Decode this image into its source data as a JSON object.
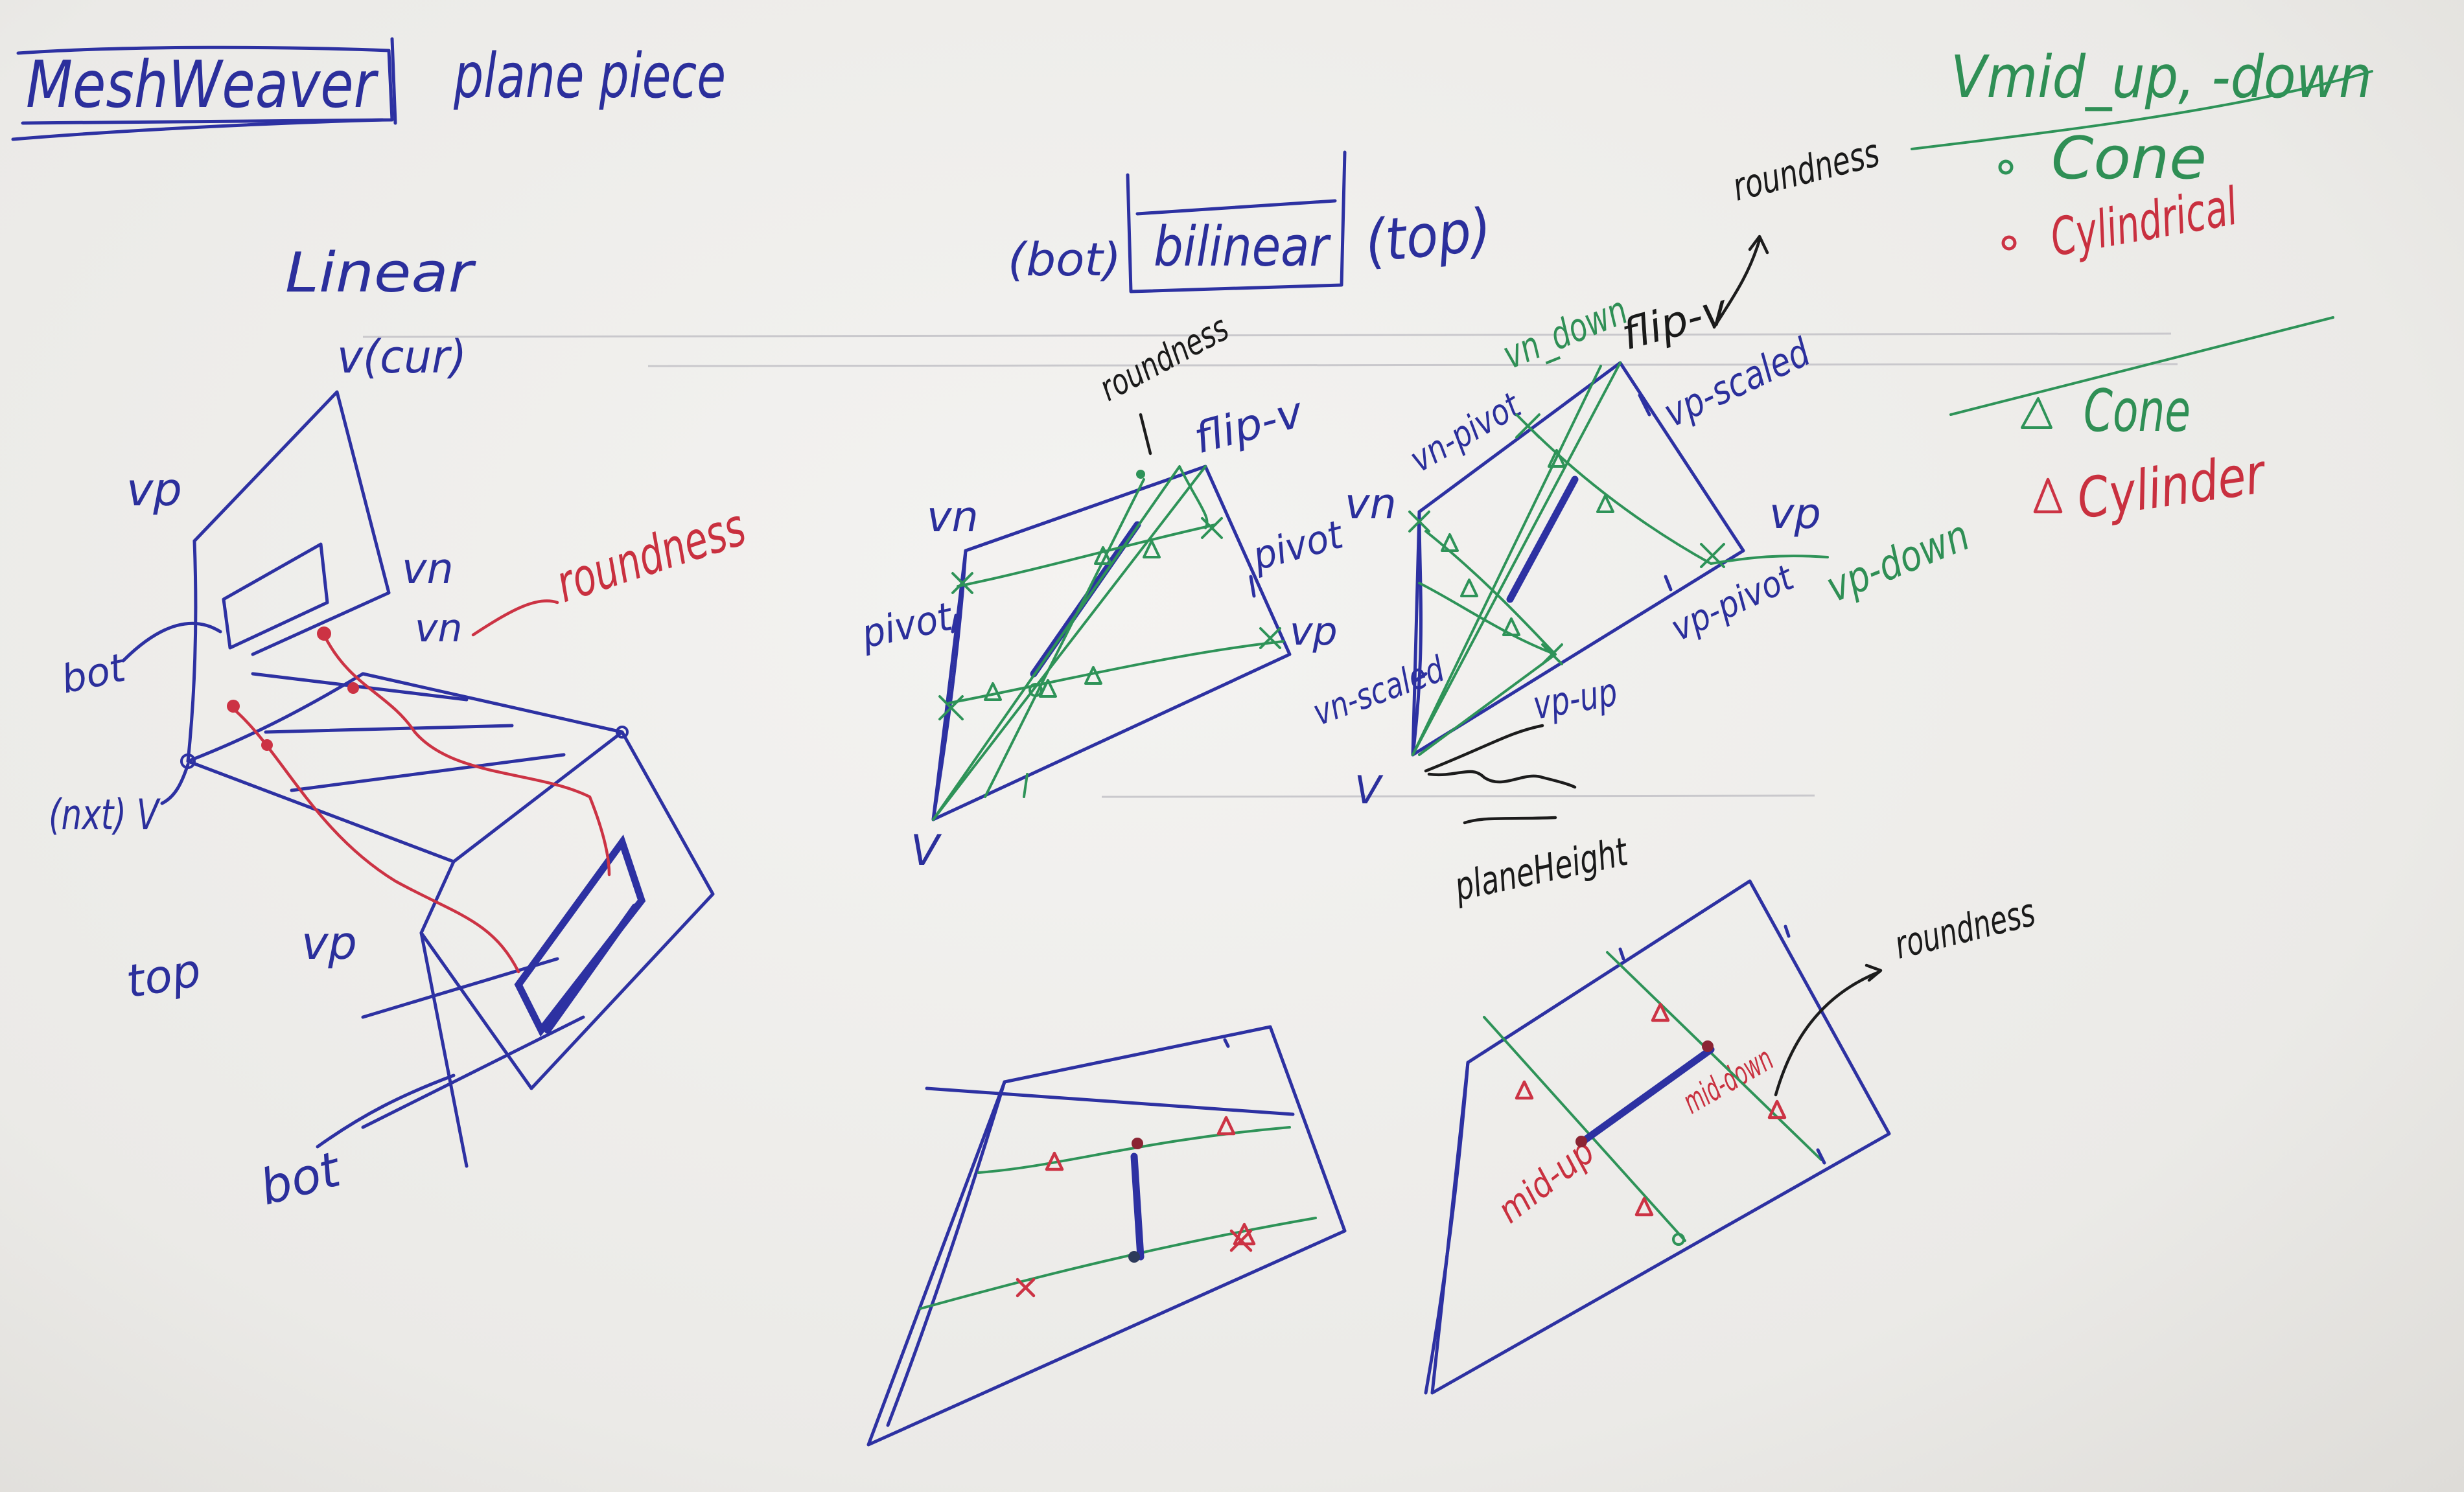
{
  "header": {
    "title": "MeshWeaver",
    "subtitle": "plane piece"
  },
  "legend": {
    "heading": "Vmid_up, -down",
    "circle_items": [
      "Cone",
      "Cylindrical"
    ],
    "triangle_items": [
      "Cone",
      "Cylinder"
    ],
    "colors": {
      "blue": "#2b2f9c",
      "green": "#2f8f55",
      "red": "#c9303f",
      "black": "#1a1a1a"
    }
  },
  "labels": {
    "roundness": "roundness",
    "linear": "Linear",
    "v_cur": "v(cur)",
    "vp": "vp",
    "vn": "vn",
    "bot": "bot",
    "top": "top",
    "nxt_v": "(nxt) V",
    "bilinear": "bilinear",
    "bot_paren": "(bot)",
    "top_paren": "(top)",
    "flip_v": "flip-v",
    "pivot": "pivot",
    "v": "V",
    "vn_down": "vn_down",
    "vn_pivot": "vn-pivot",
    "vp_scaled": "vp-scaled",
    "vn_scaled": "vn-scaled",
    "vp_up": "vp-up",
    "vp_down": "vp-down",
    "vp_pivot": "vp-pivot",
    "plane_height": "planeHeight",
    "mid_up": "mid-up",
    "mid_down": "mid-down"
  }
}
